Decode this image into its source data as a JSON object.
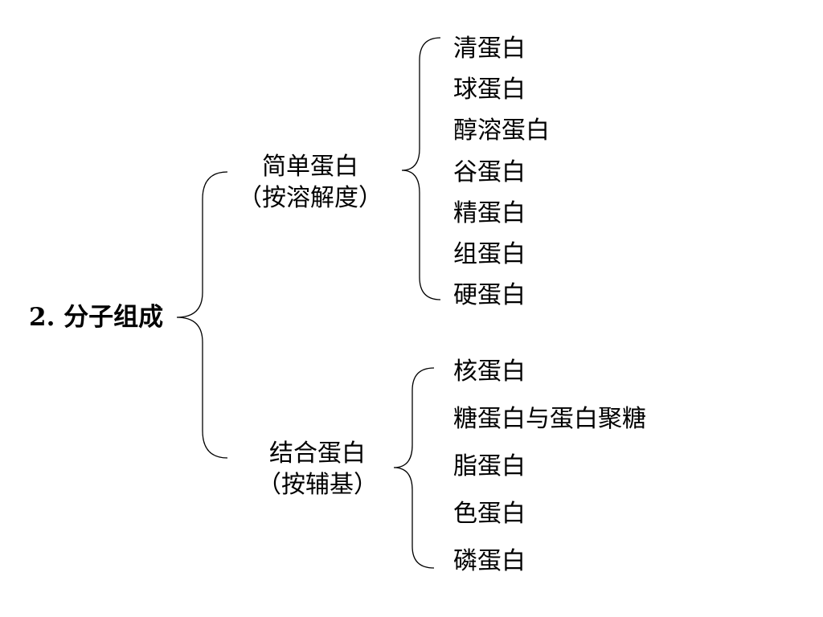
{
  "root": {
    "label": "2. 分子组成"
  },
  "groups": [
    {
      "title": "简单蛋白",
      "subtitle": "（按溶解度）",
      "items": [
        "清蛋白",
        "球蛋白",
        "醇溶蛋白",
        "谷蛋白",
        "精蛋白",
        "组蛋白",
        "硬蛋白"
      ]
    },
    {
      "title": "结合蛋白",
      "subtitle": "（按辅基）",
      "items": [
        "核蛋白",
        "糖蛋白与蛋白聚糖",
        "脂蛋白",
        "色蛋白",
        "磷蛋白"
      ]
    }
  ]
}
